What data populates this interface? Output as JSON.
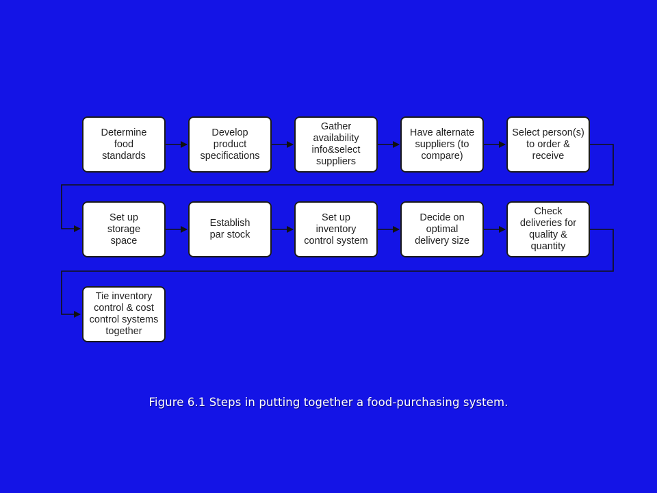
{
  "diagram": {
    "steps": [
      {
        "id": "s1",
        "label": "Determine\nfood\nstandards"
      },
      {
        "id": "s2",
        "label": "Develop\nproduct\nspecifications"
      },
      {
        "id": "s3",
        "label": "Gather\navailability\ninfo&select\nsuppliers"
      },
      {
        "id": "s4",
        "label": "Have alternate\nsuppliers (to\ncompare)"
      },
      {
        "id": "s5",
        "label": "Select person(s)\nto order &\nreceive"
      },
      {
        "id": "s6",
        "label": "Set up\nstorage\nspace"
      },
      {
        "id": "s7",
        "label": "Establish\npar stock"
      },
      {
        "id": "s8",
        "label": "Set up\ninventory\ncontrol system"
      },
      {
        "id": "s9",
        "label": "Decide on\noptimal\ndelivery size"
      },
      {
        "id": "s10",
        "label": "Check\ndeliveries  for\nquality  &\nquantity"
      },
      {
        "id": "s11",
        "label": "Tie inventory\ncontrol & cost\ncontrol systems\ntogether"
      }
    ],
    "edges": [
      [
        "s1",
        "s2"
      ],
      [
        "s2",
        "s3"
      ],
      [
        "s3",
        "s4"
      ],
      [
        "s4",
        "s5"
      ],
      [
        "s5",
        "s6"
      ],
      [
        "s6",
        "s7"
      ],
      [
        "s7",
        "s8"
      ],
      [
        "s8",
        "s9"
      ],
      [
        "s9",
        "s10"
      ],
      [
        "s10",
        "s11"
      ]
    ]
  },
  "caption": "Figure 6.1 Steps in putting together a food-purchasing system.",
  "colors": {
    "background": "#1414e6",
    "box_fill": "#ffffff",
    "box_border": "#1a1a1a",
    "connector": "#111111"
  }
}
